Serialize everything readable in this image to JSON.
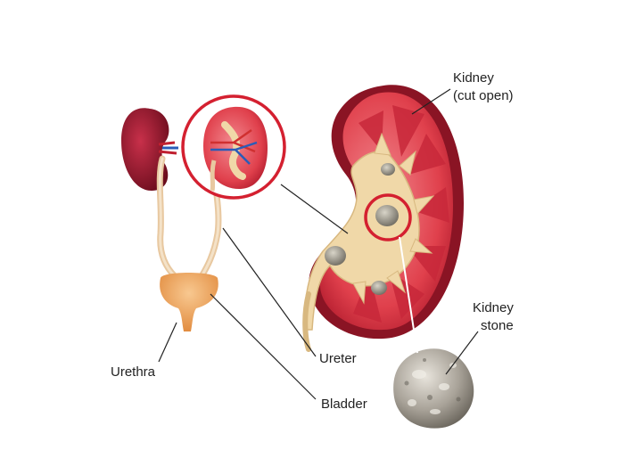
{
  "labels": {
    "kidney_line1": "Kidney",
    "kidney_line2": "(cut open)",
    "kidney_stone_line1": "Kidney",
    "kidney_stone_line2": "stone",
    "urethra": "Urethra",
    "ureter": "Ureter",
    "bladder": "Bladder"
  },
  "colors": {
    "kidney_outer": "#c8283a",
    "kidney_dark": "#7a1020",
    "cortex": "#e8505a",
    "pelvis": "#f0d8a8",
    "bladder": "#f0a45c",
    "highlight_circle": "#d42030",
    "stone": "#9a9488",
    "artery": "#d03030",
    "vein": "#2a5cb8"
  }
}
